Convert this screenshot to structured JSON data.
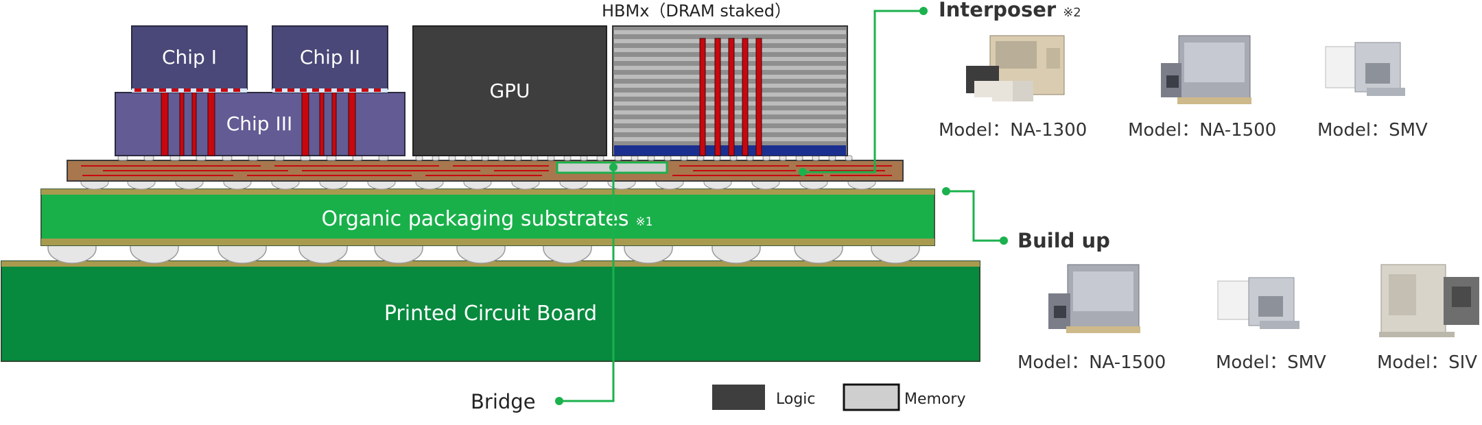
{
  "diagram": {
    "hbm_title": "HBMx（DRAM staked）",
    "chips": {
      "chip1": "Chip I",
      "chip2": "Chip II",
      "chip3": "Chip III",
      "gpu": "GPU"
    },
    "layers": {
      "substrate": "Organic packaging substrates",
      "substrate_note": "※1",
      "pcb": "Printed Circuit Board"
    },
    "callouts": {
      "interposer": "Interposer",
      "interposer_note": "※2",
      "buildup": "Build up",
      "bridge": "Bridge"
    },
    "legend": {
      "logic": "Logic",
      "memory": "Memory"
    },
    "interposer_models": [
      "Model：NA-1300",
      "Model：NA-1500",
      "Model：SMV"
    ],
    "buildup_models": [
      "Model：NA-1500",
      "Model：SMV",
      "Model：SIV"
    ],
    "colors": {
      "chip": "#4a4878",
      "chip3": "#625b94",
      "gpu": "#3e3e3e",
      "memory": "#8e8e8e",
      "interposer": "#a8774e",
      "substrate": "#19b04a",
      "pcb": "#078a3e",
      "accent": "#1bb14c",
      "via": "#c8070f"
    }
  }
}
